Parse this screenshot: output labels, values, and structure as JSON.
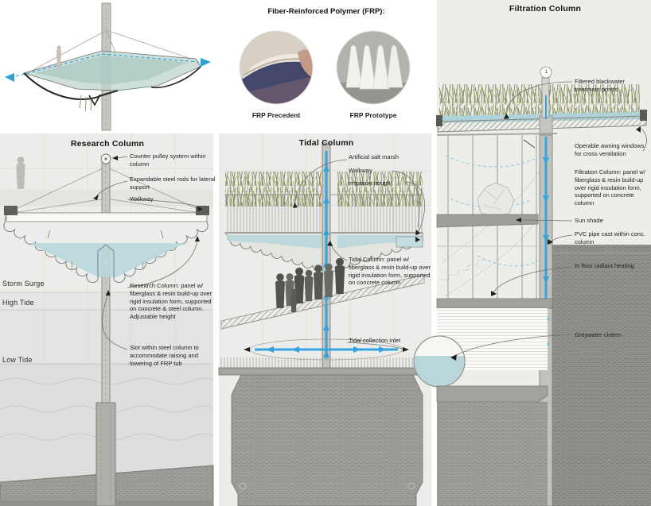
{
  "frp": {
    "title": "Fiber-Reinforced Polymer (FRP):",
    "precedent_label": "FRP Precedent",
    "prototype_label": "FRP Prototype"
  },
  "research": {
    "title": "Research Column",
    "labels": {
      "pulley": "Counter pulley system within column",
      "rods": "Expandable steel rods for lateral support",
      "walkway": "Walkway",
      "storm_surge": "Storm Surge",
      "high_tide": "High Tide",
      "low_tide": "Low Tide",
      "column_desc": "Research Column: panel w/ fiberglass & resin build-up over rigid insulation form, supported on concrete & steel column. Adjustable height",
      "slot": "Slot within steel column to accommodate raising and lowering of FRP tub"
    }
  },
  "tidal": {
    "title": "Tidal Column",
    "labels": {
      "marsh": "Artificial salt marsh",
      "walkway": "Walkway",
      "trough": "Irrigation trough",
      "column_desc": "Tidal Column: panel w/ fiberglass & resin build-up over rigid insulation form, supported on concrete column",
      "inlet": "Tidal collection inlet"
    }
  },
  "filtration": {
    "title": "Filtration Column",
    "marker": "1",
    "labels": {
      "ponds": "Filtered blackwater treatment ponds",
      "windows": "Operable awning windows for cross ventilation",
      "column_desc": "Filtration Column: panel w/ fiberglass & resin build-up over rigid insulation form, supported on concrete column",
      "sun_shade": "Sun shade",
      "pvc": "PVC pipe cast within conc. column",
      "radiant": "In floor radiant heating",
      "cistern": "Greywater cistern"
    }
  },
  "colors": {
    "pipe_blue": "#35a3dc",
    "water": "#b9d7db",
    "grass": "#7d8355",
    "concrete": "#9d9d99",
    "panel_bg": "#ecedea",
    "text": "#1e1e1c"
  }
}
